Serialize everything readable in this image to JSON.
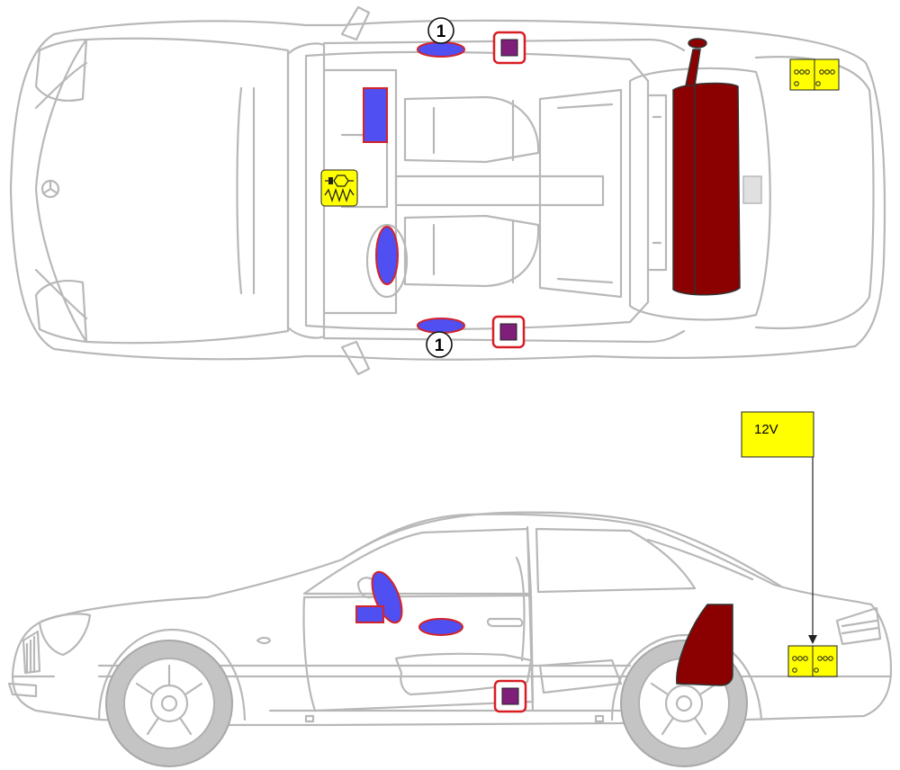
{
  "callouts": {
    "top_upper": "1",
    "top_lower": "1"
  },
  "battery_label": "12V",
  "colors": {
    "airbag_fill": "#4f4ff2",
    "airbag_outline": "#d3242a",
    "sensor_fill": "#7f1f7a",
    "sensor_outline": "#d81e24",
    "fuel_tank": "#8b0000",
    "battery": "#ffff00",
    "car_outline": "#b8b8b8",
    "wheel": "#c4c4c4"
  },
  "icons": [
    "airbag-icon",
    "side-airbag-sensor-icon",
    "fuel-tank-icon",
    "battery-icon",
    "pretensioner-module-icon"
  ]
}
